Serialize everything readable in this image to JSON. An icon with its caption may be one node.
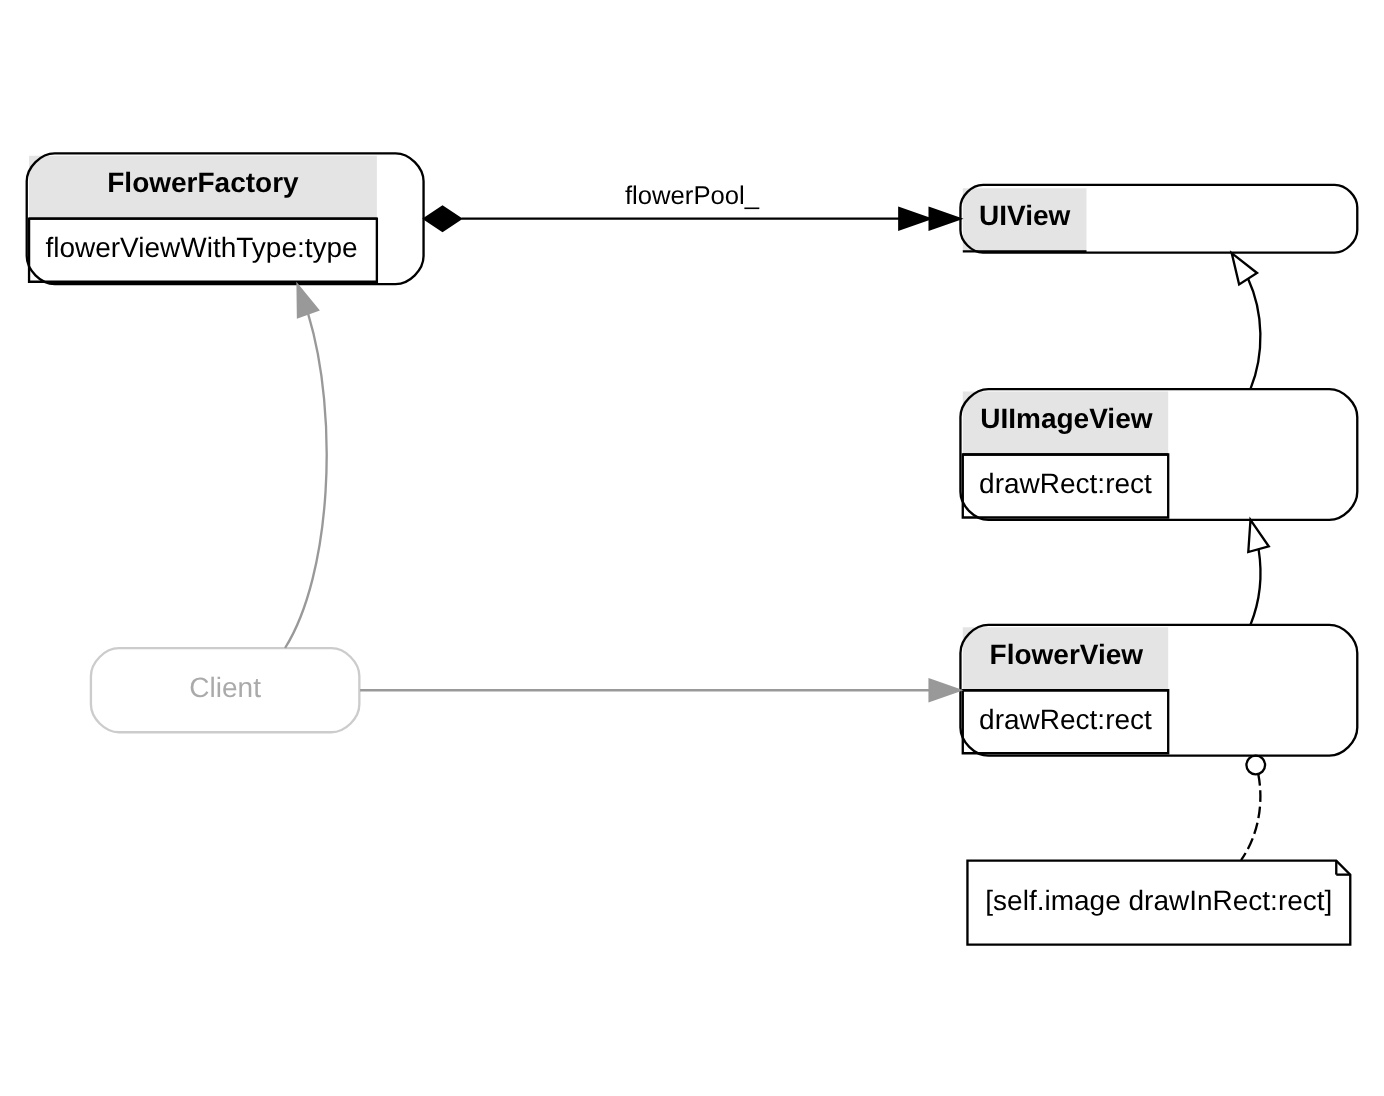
{
  "diagram": {
    "nodes": [
      {
        "text": [
          "FlowerFactory",
          "flowerViewWithType:type"
        ]
      },
      {
        "text": [
          "UIView"
        ]
      },
      {
        "text": [
          "UIImageView",
          "drawRect:rect"
        ]
      },
      {
        "text": [
          "Client"
        ]
      },
      {
        "text": [
          "FlowerView",
          "drawRect:rect"
        ]
      },
      {
        "text": [
          "[self.image drawInRect:rect]"
        ]
      }
    ],
    "edges": [
      {
        "from": 0,
        "to": 1,
        "arrow": "to",
        "label": "flowerPool_"
      },
      {
        "from": 2,
        "to": 1,
        "arrow": "to"
      },
      {
        "from": 4,
        "to": 2,
        "arrow": "to"
      },
      {
        "from": 3,
        "to": 0,
        "arrow": "to",
        "color": "#999999"
      },
      {
        "from": 3,
        "to": 4,
        "arrow": "to",
        "color": "#999999"
      },
      {
        "from": 4,
        "to": 5,
        "arrow": "other",
        "style": "dashed"
      }
    ]
  }
}
